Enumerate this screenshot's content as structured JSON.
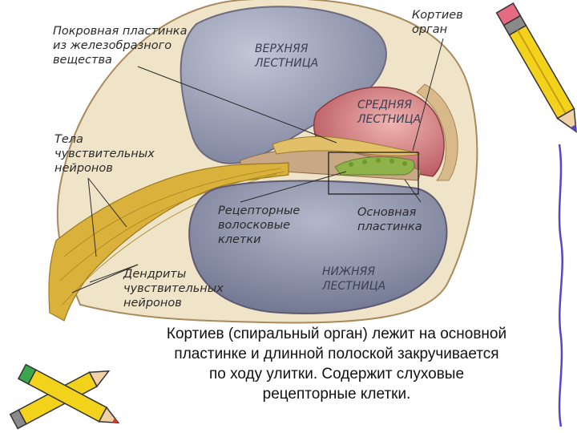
{
  "labels": {
    "tectorial": [
      "Покровная пластинка",
      "из железобразного",
      "вещества"
    ],
    "corti": [
      "Кортиев",
      "орган"
    ],
    "upper": [
      "ВЕРХНЯЯ",
      "ЛЕСТНИЦА"
    ],
    "middle": [
      "СРЕДНЯЯ",
      "ЛЕСТНИЦА"
    ],
    "neuron_bodies": [
      "Тела",
      "чувствительных",
      "нейронов"
    ],
    "receptor": [
      "Рецепторные",
      "волосковые",
      "клетки"
    ],
    "basilar": [
      "Основная",
      "пластинка"
    ],
    "lower": [
      "НИЖНЯЯ",
      "ЛЕСТНИЦА"
    ],
    "dendrites": [
      "Дендриты",
      "чувствительных",
      "нейронов"
    ]
  },
  "caption": [
    "Кортиев (спиральный орган) лежит на основной",
    "пластинке и длинной полоской закручивается",
    "по ходу улитки. Содержит слуховые",
    "рецепторные клетки."
  ],
  "colors": {
    "upper_scala": "#9ba1b6",
    "lower_scala": "#8e93a9",
    "middle_scala": "#d98a8a",
    "bone": "#efe3c8",
    "nerve": "#d9b13b",
    "organ_green": "#8fb24a",
    "border_purple": "#5a45c6",
    "pencil_yellow": "#f3d21c"
  },
  "icons": [
    "pencil-icon",
    "crossed-pencils-icon"
  ]
}
